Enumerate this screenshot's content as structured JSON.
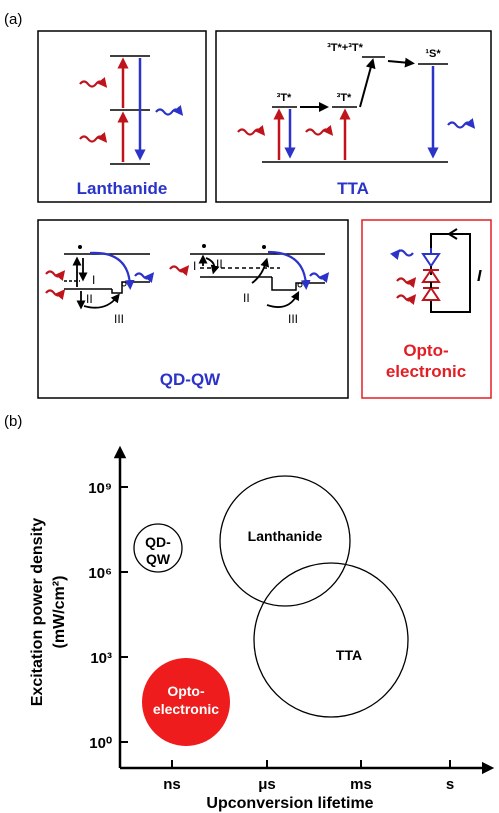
{
  "panel_labels": {
    "a": "(a)",
    "b": "(b)"
  },
  "boxes": {
    "lanthanide": {
      "title": "Lanthanide"
    },
    "tta": {
      "title": "TTA",
      "labels": {
        "t1": "³T*",
        "t2": "³T*",
        "sum": "³T*+³T*",
        "singlet": "¹S*"
      }
    },
    "qdqw": {
      "title": "QD-QW",
      "roman": {
        "one_a": "I",
        "two_a": "II",
        "three_a": "III",
        "one_b": "I",
        "two_b1": "II",
        "two_b2": "II",
        "three_b": "III"
      }
    },
    "opto": {
      "title_line1": "Opto-",
      "title_line2": "electronic",
      "current": "I"
    }
  },
  "colors": {
    "red": "#c0141c",
    "blue": "#2b33c8",
    "box_red": "#e31e24",
    "fill_red": "#ee1c1c",
    "black": "#000000"
  },
  "chart": {
    "ylabel_line1": "Excitation power density",
    "ylabel_line2": "(mW/cm²)",
    "xlabel": "Upconversion lifetime",
    "x_ticks": [
      "ns",
      "μs",
      "ms",
      "s"
    ],
    "y_ticks": [
      "10⁹",
      "10⁶",
      "10³",
      "10⁰"
    ],
    "regions": [
      {
        "label": "Lanthanide",
        "filled": false
      },
      {
        "label": "TTA",
        "filled": false
      },
      {
        "label_line1": "QD-",
        "label_line2": "QW",
        "filled": false
      },
      {
        "label_line1": "Opto-",
        "label_line2": "electronic",
        "filled": true
      }
    ]
  }
}
